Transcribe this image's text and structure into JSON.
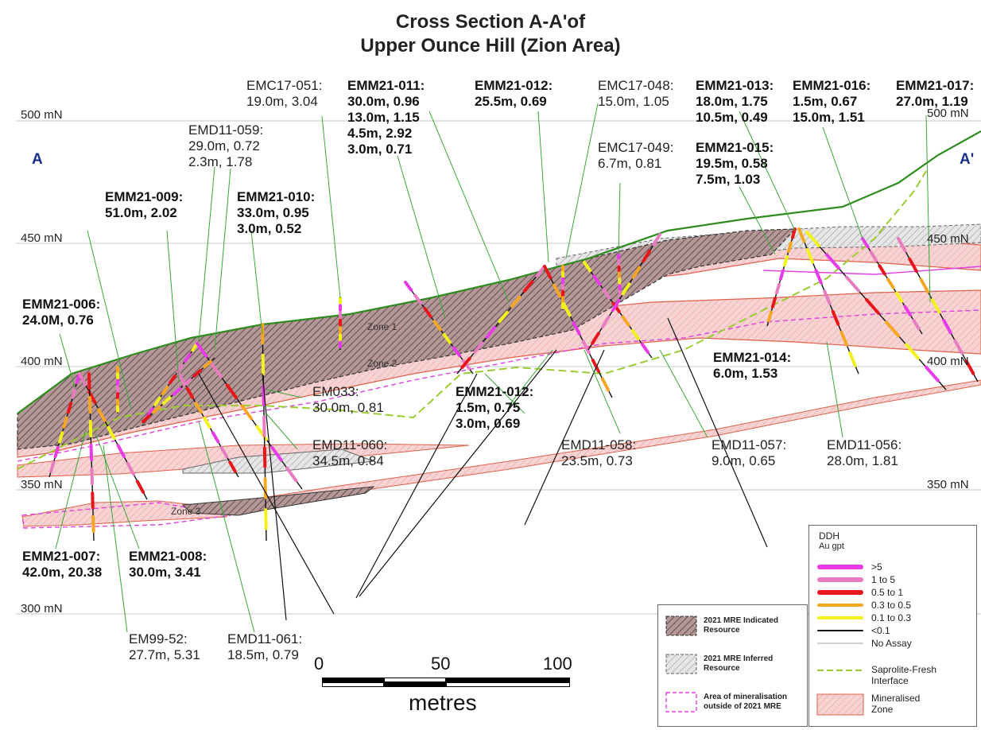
{
  "title": [
    "Cross Section A-A'of",
    "Upper Ounce Hill (Zion Area)"
  ],
  "section_ends": {
    "left": "A",
    "right": "A'"
  },
  "axis_labels_left": [
    "500 mN",
    "450 mN",
    "400 mN",
    "350 mN",
    "300 mN"
  ],
  "axis_labels_right": [
    "500 mN",
    "450 mN",
    "400 mN",
    "350 mN"
  ],
  "zones": [
    "Zone 1",
    "Zone 2",
    "Zone 3"
  ],
  "scale_bar": {
    "ticks": [
      "0",
      "50",
      "100"
    ],
    "unit": "metres"
  },
  "drill_labels": [
    {
      "id": "emc17-051",
      "bold": false,
      "lines": [
        "EMC17-051:",
        "19.0m, 3.04"
      ]
    },
    {
      "id": "emm21-011",
      "bold": true,
      "lines": [
        "EMM21-011:",
        "30.0m, 0.96",
        "13.0m, 1.15",
        "4.5m, 2.92",
        "3.0m, 0.71"
      ]
    },
    {
      "id": "emm21-012-top",
      "bold": true,
      "lines": [
        "EMM21-012:",
        "25.5m, 0.69"
      ]
    },
    {
      "id": "emc17-048",
      "bold": false,
      "lines": [
        "EMC17-048:",
        "15.0m, 1.05"
      ]
    },
    {
      "id": "emm21-013",
      "bold": true,
      "lines": [
        "EMM21-013:",
        "18.0m, 1.75",
        "10.5m, 0.49"
      ]
    },
    {
      "id": "emm21-016",
      "bold": true,
      "lines": [
        "EMM21-016:",
        "1.5m, 0.67",
        "15.0m, 1.51"
      ]
    },
    {
      "id": "emm21-017",
      "bold": true,
      "lines": [
        "EMM21-017:",
        "27.0m, 1.19"
      ]
    },
    {
      "id": "emd11-059",
      "bold": false,
      "lines": [
        "EMD11-059:",
        "29.0m, 0.72",
        "2.3m, 1.78"
      ]
    },
    {
      "id": "emc17-049",
      "bold": false,
      "lines": [
        "EMC17-049:",
        "6.7m, 0.81"
      ]
    },
    {
      "id": "emm21-015",
      "bold": true,
      "lines": [
        "EMM21-015:",
        "19.5m, 0.58",
        "7.5m, 1.03"
      ]
    },
    {
      "id": "emm21-009",
      "bold": true,
      "lines": [
        "EMM21-009:",
        "51.0m, 2.02"
      ]
    },
    {
      "id": "emm21-010",
      "bold": true,
      "lines": [
        "EMM21-010:",
        "33.0m, 0.95",
        "3.0m, 0.52"
      ]
    },
    {
      "id": "emm21-006",
      "bold": true,
      "lines": [
        "EMM21-006:",
        "24.0M, 0.76"
      ]
    },
    {
      "id": "emm21-014",
      "bold": true,
      "lines": [
        "EMM21-014:",
        "6.0m, 1.53"
      ]
    },
    {
      "id": "em033",
      "bold": false,
      "lines": [
        "EM033:",
        "30.0m, 0.81"
      ]
    },
    {
      "id": "emm21-012-low",
      "bold": true,
      "lines": [
        "EMM21-012:",
        "1.5m, 0.75",
        "3.0m, 0.69"
      ]
    },
    {
      "id": "emd11-060",
      "bold": false,
      "lines": [
        "EMD11-060:",
        "34.5m, 0.84"
      ]
    },
    {
      "id": "emd11-058",
      "bold": false,
      "lines": [
        "EMD11-058:",
        "23.5m, 0.73"
      ]
    },
    {
      "id": "emd11-057",
      "bold": false,
      "lines": [
        "EMD11-057:",
        "9.0m, 0.65"
      ]
    },
    {
      "id": "emd11-056",
      "bold": false,
      "lines": [
        "EMD11-056:",
        "28.0m, 1.81"
      ]
    },
    {
      "id": "emm21-007",
      "bold": true,
      "lines": [
        "EMM21-007:",
        "42.0m, 20.38"
      ]
    },
    {
      "id": "emm21-008",
      "bold": true,
      "lines": [
        "EMM21-008:",
        "30.0m, 3.41"
      ]
    },
    {
      "id": "em99-52",
      "bold": false,
      "lines": [
        "EM99-52:",
        "27.7m, 5.31"
      ]
    },
    {
      "id": "emd11-061",
      "bold": false,
      "lines": [
        "EMD11-061:",
        "18.5m, 0.79"
      ]
    }
  ],
  "legend_ddh": {
    "title": "DDH",
    "subtitle": "Au gpt",
    "items": [
      {
        "label": ">5",
        "color": "#e83be8"
      },
      {
        "label": "1    to 5",
        "color": "#e87cc0"
      },
      {
        "label": "0.5  to  1",
        "color": "#e8161c"
      },
      {
        "label": "0.3  to  0.5",
        "color": "#f5a623"
      },
      {
        "label": "0.1  to  0.3",
        "color": "#f2f21a"
      },
      {
        "label": "<0.1",
        "color": "#111111"
      },
      {
        "label": "No Assay",
        "color": "#cfcfcf"
      }
    ],
    "saprolite": "Saprolite-Fresh Interface",
    "mineralised": "Mineralised Zone"
  },
  "legend_resource": {
    "indicated": "2021 MRE Indicated Resource",
    "inferred": "2021 MRE Inferred Resource",
    "outside": "Area of mineralisation outside of 2021 MRE"
  },
  "colors": {
    "topography": "#2e8b1e",
    "saprolite": "#9acd32",
    "mineral_fill": "#f7c9c9",
    "mineral_edge": "#e0604a",
    "indicated_fill": "#b89a9a",
    "inferred_fill": "#d9d9d9",
    "outside_edge": "#e040e0",
    "section_end": "#1a2e8a"
  }
}
